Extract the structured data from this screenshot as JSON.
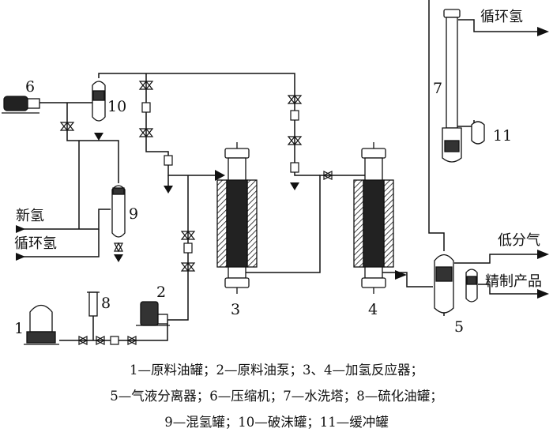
{
  "labels": {
    "fresh_h2": "新氢",
    "recycle_h2_left": "循环氢",
    "recycle_h2_top": "循环氢",
    "low_gas": "低分气",
    "refined_product": "精制产品"
  },
  "numbers": {
    "n1": "1",
    "n2": "2",
    "n3": "3",
    "n4": "4",
    "n5": "5",
    "n6": "6",
    "n7": "7",
    "n8": "8",
    "n9": "9",
    "n10": "10",
    "n11": "11"
  },
  "legend": {
    "line1": "1—原料油罐；2—原料油泵；3、4—加氢反应器；",
    "line2": "5—气液分离器；6—压缩机；7—水洗塔；8—硫化油罐；",
    "line3": "9—混氢罐；10—破沫罐；11—缓冲罐"
  },
  "colors": {
    "line": "#111111",
    "background": "#ffffff"
  }
}
